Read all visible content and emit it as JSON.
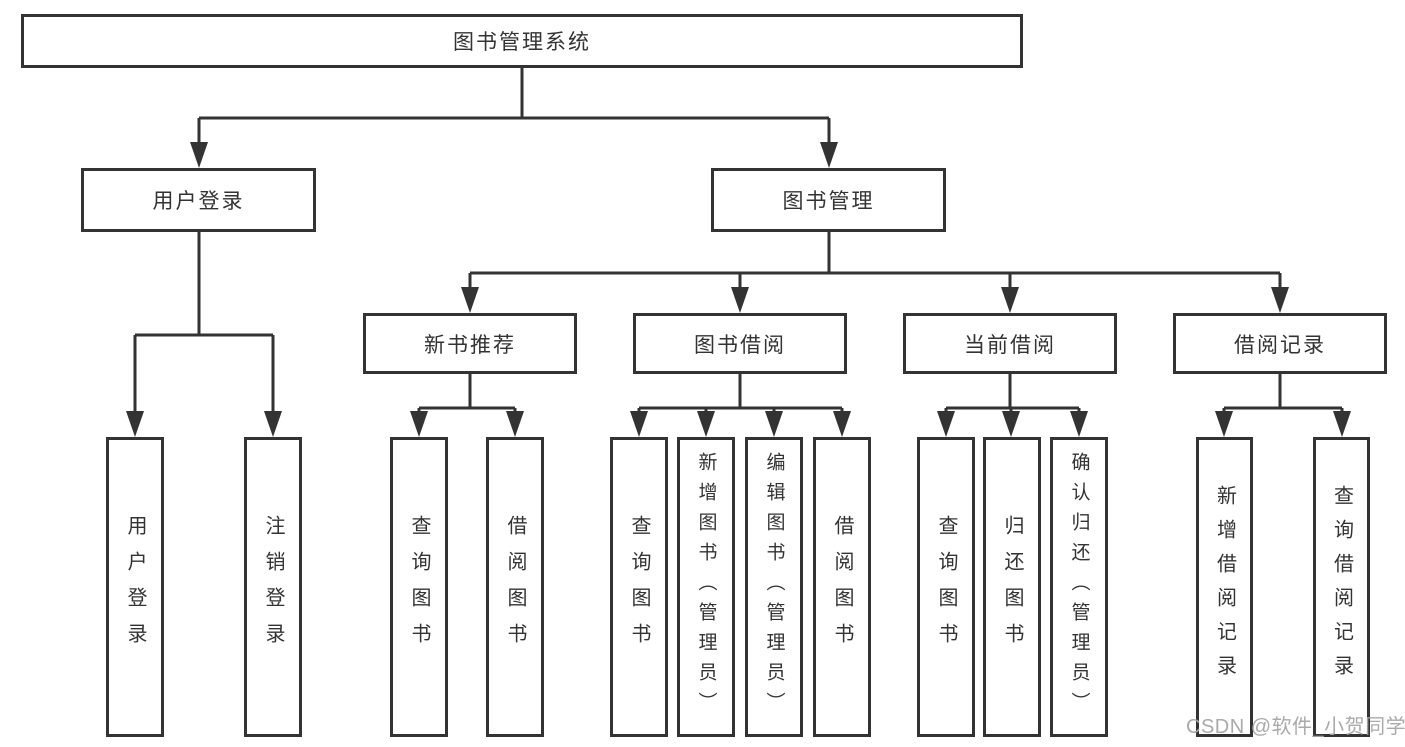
{
  "colors": {
    "line": "#333333",
    "box_border": "#333333",
    "text": "#333333",
    "watermark": "#a6a6a6",
    "background": "#ffffff"
  },
  "watermark": "CSDN @软件_小贺同学",
  "tree": {
    "label": "图书管理系统",
    "children": [
      {
        "label": "用户登录",
        "children": [
          {
            "label": "用户登录"
          },
          {
            "label": "注销登录"
          }
        ]
      },
      {
        "label": "图书管理",
        "children": [
          {
            "label": "新书推荐",
            "children": [
              {
                "label": "查询图书"
              },
              {
                "label": "借阅图书"
              }
            ]
          },
          {
            "label": "图书借阅",
            "children": [
              {
                "label": "查询图书"
              },
              {
                "label": "新增图书（管理员）"
              },
              {
                "label": "编辑图书（管理员）"
              },
              {
                "label": "借阅图书"
              }
            ]
          },
          {
            "label": "当前借阅",
            "children": [
              {
                "label": "查询图书"
              },
              {
                "label": "归还图书"
              },
              {
                "label": "确认归还（管理员）"
              }
            ]
          },
          {
            "label": "借阅记录",
            "children": [
              {
                "label": "新增借阅记录"
              },
              {
                "label": "查询借阅记录"
              }
            ]
          }
        ]
      }
    ]
  }
}
